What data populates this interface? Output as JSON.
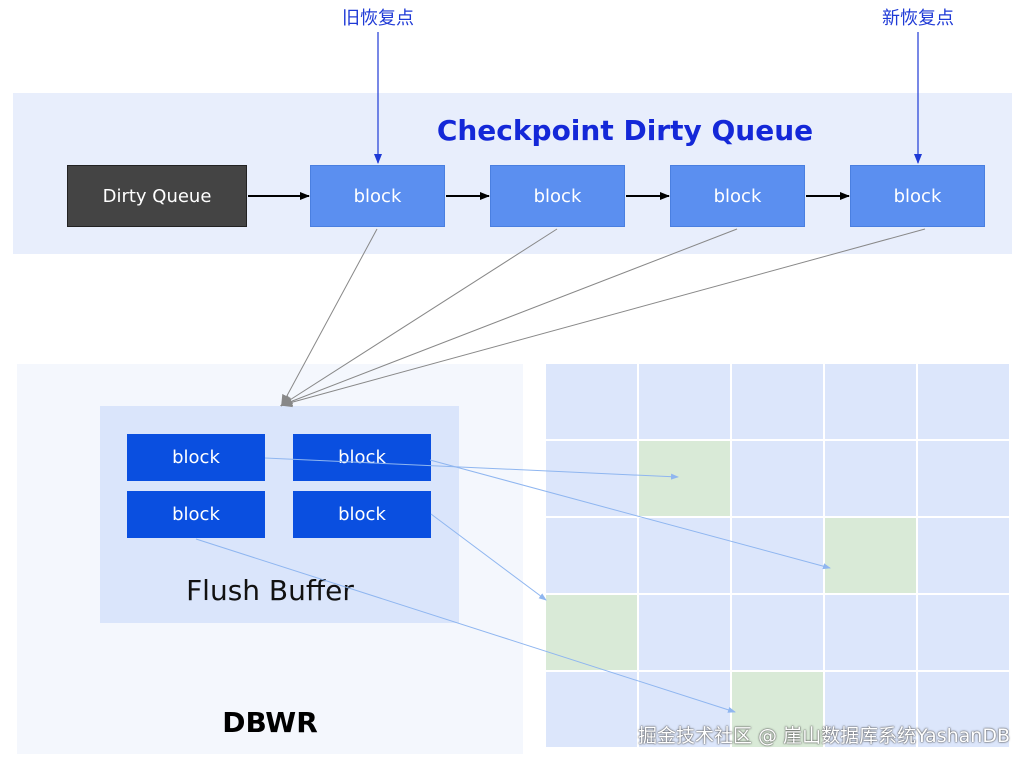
{
  "checkpoint": {
    "title": "Checkpoint Dirty Queue",
    "old_recovery_point": "旧恢复点",
    "new_recovery_point": "新恢复点",
    "dirty_queue_label": "Dirty Queue",
    "queue_blocks": [
      "block",
      "block",
      "block",
      "block"
    ]
  },
  "dbwr": {
    "label": "DBWR",
    "flush_buffer_label": "Flush Buffer",
    "buffer_blocks": [
      "block",
      "block",
      "block",
      "block"
    ]
  },
  "grid": {
    "rows": 5,
    "cols": 5,
    "highlighted_cells": [
      [
        1,
        1
      ],
      [
        2,
        3
      ],
      [
        3,
        0
      ],
      [
        4,
        2
      ]
    ]
  },
  "watermark": "掘金技术社区 @ 崖山数据库系统YashanDB",
  "colors": {
    "queue_block": "#5b8ff0",
    "buffer_block": "#0a4fe0",
    "title": "#1428d8",
    "grid_cell": "#dce6fb",
    "grid_cell_written": "#d9ead7"
  }
}
